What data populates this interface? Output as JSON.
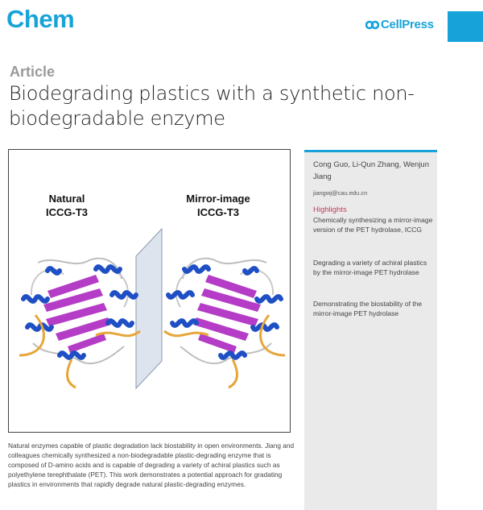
{
  "header": {
    "journal": "Chem",
    "publisher": "CellPress",
    "accent_color": "#17a3d9"
  },
  "article": {
    "type_label": "Article",
    "title": "Biodegrading plastics with a synthetic non-biodegradable enzyme"
  },
  "graphical_abstract": {
    "left_label_line1": "Natural",
    "left_label_line2": "ICCG-T3",
    "right_label_line1": "Mirror-image",
    "right_label_line2": "ICCG-T3"
  },
  "sidebar": {
    "authors": "Cong Guo, Li-Qun Zhang, Wenjun Jiang",
    "email": "jiangwj@cau.edu.cn",
    "highlights_heading": "Highlights",
    "highlights": [
      "Chemically synthesizing a mirror-image version of the PET hydrolase, ICCG",
      "Degrading a variety of achiral plastics by the mirror-image PET hydrolase",
      "Demonstrating the biostability of the mirror-image PET hydrolase"
    ]
  },
  "summary": "Natural enzymes capable of plastic degradation lack biostability in open environments. Jiang and colleagues chemically synthesized a non-biodegradable plastic-degrading enzyme that is composed of D-amino acids and is capable of degrading a variety of achiral plastics such as polyethylene terephthalate (PET). This work demonstrates a potential approach for gradating plastics in environments that rapidly degrade natural plastic-degrading enzymes."
}
